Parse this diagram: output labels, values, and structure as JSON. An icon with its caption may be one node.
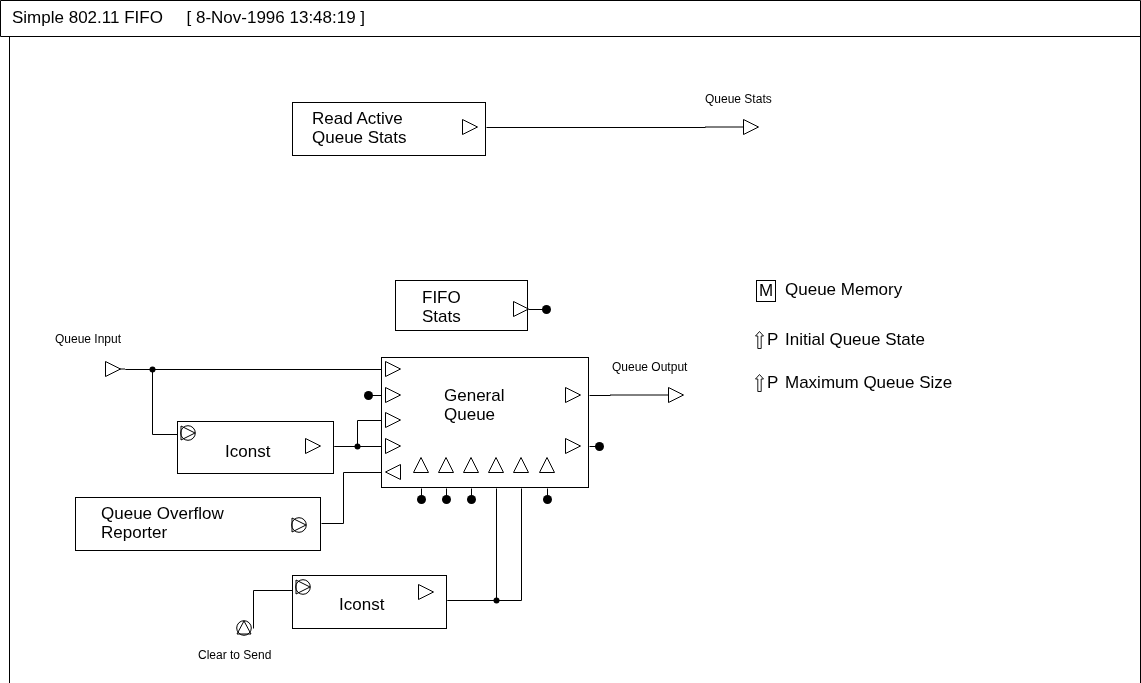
{
  "diagram": {
    "title": "Simple 802.11 FIFO     [ 8-Nov-1996 13:48:19 ]",
    "nodes": [
      {
        "text": [
          "Read Active Queue Stats"
        ]
      },
      {
        "text": [
          "Queue Stats"
        ]
      },
      {
        "text": [
          "FIFO Stats"
        ]
      },
      {
        "text": [
          "Queue Input"
        ]
      },
      {
        "text": [
          "General Queue"
        ]
      },
      {
        "text": [
          "Queue Output"
        ]
      },
      {
        "text": [
          "Iconst"
        ]
      },
      {
        "text": [
          "Queue Overflow Reporter"
        ]
      },
      {
        "text": [
          "Iconst"
        ]
      },
      {
        "text": [
          "Clear to Send"
        ]
      }
    ],
    "edges": [
      {
        "from": 0,
        "to": 1,
        "arrow": "none"
      },
      {
        "from": 2,
        "to": null,
        "arrow": "other"
      },
      {
        "from": 3,
        "to": 4,
        "arrow": "none"
      },
      {
        "from": 3,
        "to": 6,
        "arrow": "none"
      },
      {
        "from": null,
        "to": 4,
        "arrow": "other"
      },
      {
        "from": 6,
        "to": 4,
        "arrow": "none"
      },
      {
        "from": 6,
        "to": 4,
        "arrow": "none"
      },
      {
        "from": 4,
        "to": 7,
        "arrow": "none"
      },
      {
        "from": 4,
        "to": 5,
        "arrow": "none"
      },
      {
        "from": 4,
        "to": null,
        "arrow": "other"
      },
      {
        "from": null,
        "to": 4,
        "arrow": "other"
      },
      {
        "from": null,
        "to": 4,
        "arrow": "other"
      },
      {
        "from": null,
        "to": 4,
        "arrow": "other"
      },
      {
        "from": 8,
        "to": 4,
        "arrow": "none"
      },
      {
        "from": 8,
        "to": 4,
        "arrow": "none"
      },
      {
        "from": null,
        "to": 4,
        "arrow": "other"
      },
      {
        "from": 9,
        "to": 8,
        "arrow": "none"
      }
    ],
    "labels": [
      "M",
      "Queue Memory",
      "P",
      "Initial Queue State",
      "P",
      "Maximum Queue Size"
    ]
  }
}
